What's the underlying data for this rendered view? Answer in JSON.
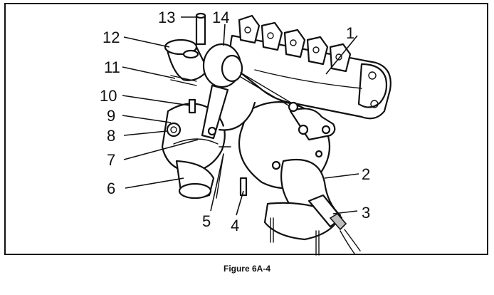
{
  "figure": {
    "caption": "Figure 6A-4",
    "callouts": [
      {
        "id": "1",
        "text": "1"
      },
      {
        "id": "2",
        "text": "2"
      },
      {
        "id": "3",
        "text": "3"
      },
      {
        "id": "4",
        "text": "4"
      },
      {
        "id": "5",
        "text": "5"
      },
      {
        "id": "6",
        "text": "6"
      },
      {
        "id": "7",
        "text": "7"
      },
      {
        "id": "8",
        "text": "8"
      },
      {
        "id": "9",
        "text": "9"
      },
      {
        "id": "10",
        "text": "10"
      },
      {
        "id": "11",
        "text": "11"
      },
      {
        "id": "12",
        "text": "12"
      },
      {
        "id": "13",
        "text": "13"
      },
      {
        "id": "14",
        "text": "14"
      }
    ]
  }
}
